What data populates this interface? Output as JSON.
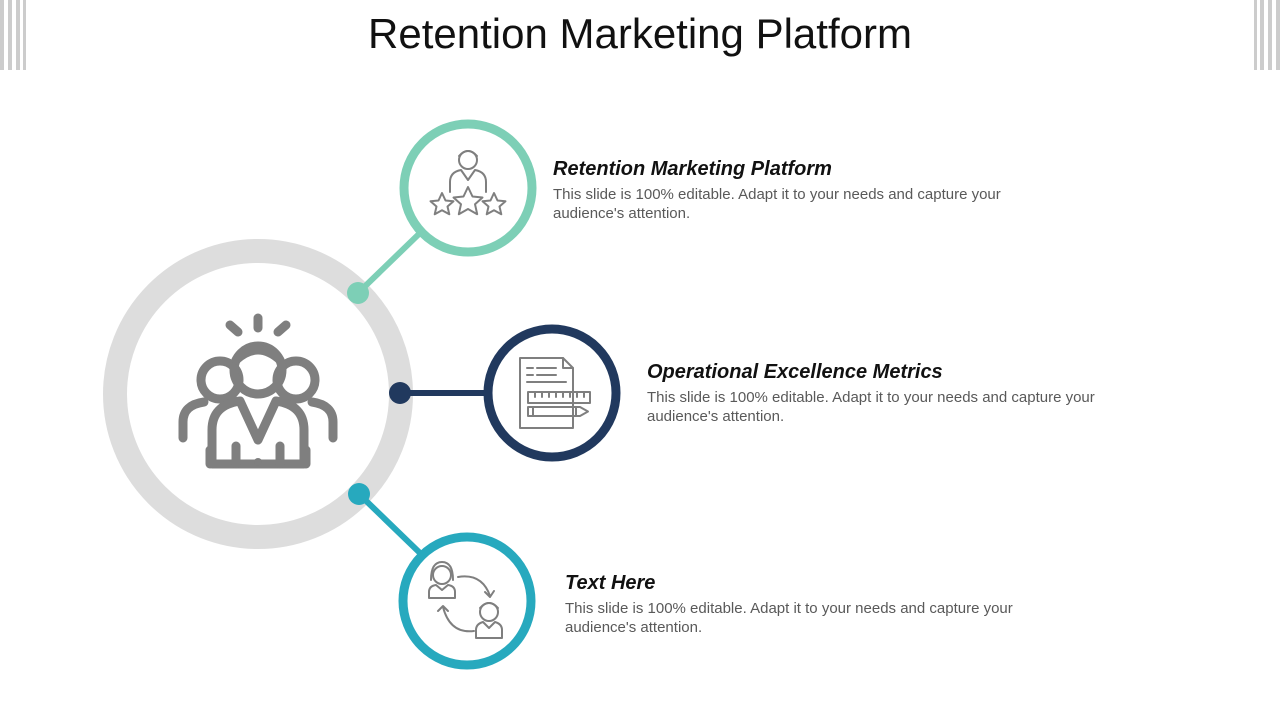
{
  "slide": {
    "title": "Retention Marketing Platform"
  },
  "colors": {
    "ring": "#dddddd",
    "icon_gray": "#7f7f7f",
    "green": "#7dcfb6",
    "navy": "#21395e",
    "teal": "#27a9be",
    "stripe": "#cccccc"
  },
  "items": [
    {
      "heading": "Retention Marketing Platform",
      "description": "This slide is 100% editable. Adapt it to your needs and capture your audience's attention.",
      "icon": "person-rating-stars-icon",
      "color": "#7dcfb6"
    },
    {
      "heading": "Operational Excellence Metrics",
      "description": "This slide is 100% editable. Adapt it to your needs and capture your audience's attention.",
      "icon": "document-ruler-pencil-icon",
      "color": "#21395e"
    },
    {
      "heading": "Text Here",
      "description": "This slide is 100% editable. Adapt it to your needs and capture your audience's attention.",
      "icon": "people-exchange-icon",
      "color": "#27a9be"
    }
  ],
  "center": {
    "icon": "team-group-icon"
  }
}
